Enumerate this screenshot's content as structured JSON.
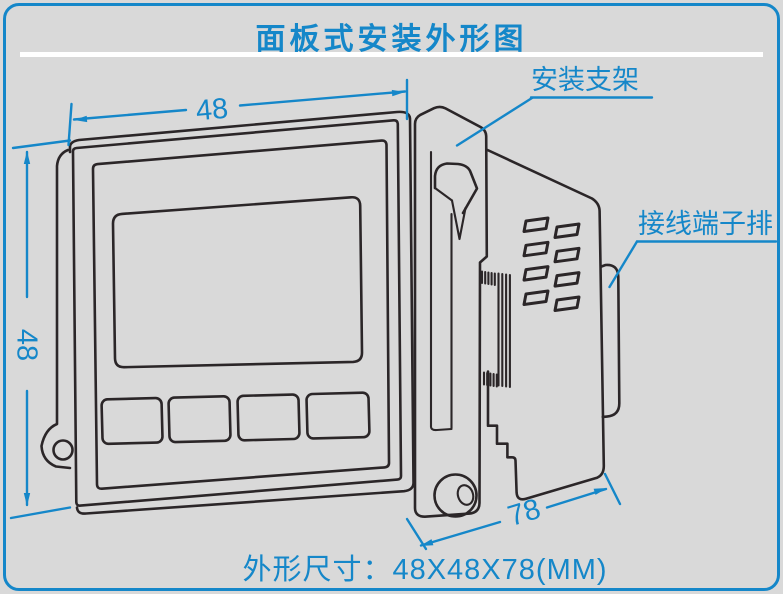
{
  "page": {
    "title": "面板式安装外形图"
  },
  "annotations": {
    "bracket_label": "安装支架",
    "terminal_label": "接线端子排"
  },
  "dimensions": {
    "width_mm": "48",
    "height_mm": "48",
    "depth_mm": "78"
  },
  "footer": {
    "text": "外形尺寸：48X48X78(MM)"
  },
  "colors": {
    "accent_blue": "#1587c9",
    "line_dark": "#2b2628",
    "background": "#d9d9d9",
    "divider_white": "#ffffff"
  }
}
